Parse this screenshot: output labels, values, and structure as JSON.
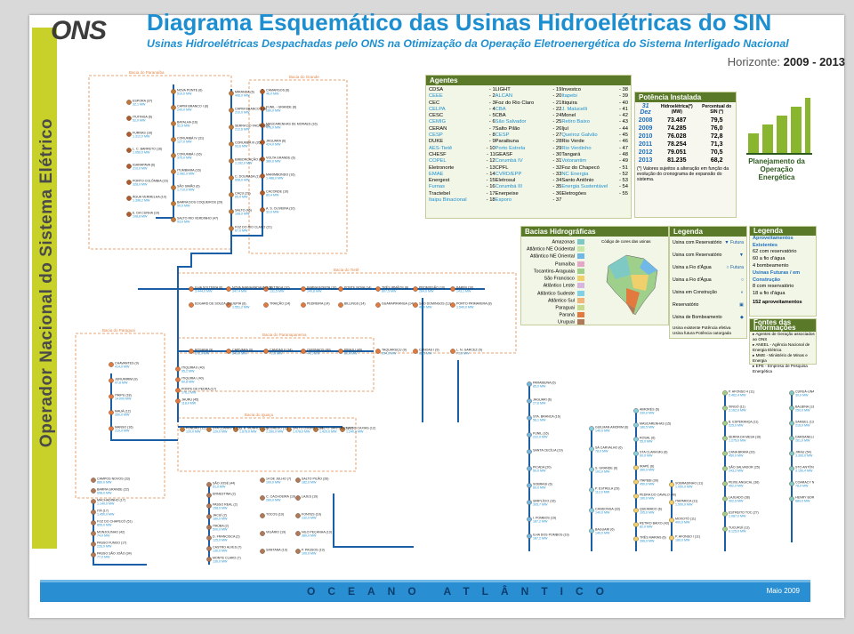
{
  "header": {
    "logo": "ONS",
    "title": "Diagrama Esquemático das Usinas Hidroelétricas do SIN",
    "subtitle": "Usinas Hidroelétricas Despachadas pelo ONS na Otimização da Operação Eletroenergética do Sistema Interligado Nacional",
    "horizonte_label": "Horizonte:",
    "horizonte_value": "2009 - 2013"
  },
  "sidebar": {
    "text": "Operador Nacional do Sistema Elétrico"
  },
  "ocean": {
    "label": "OCEANO ATLÂNTICO",
    "date": "Maio 2009"
  },
  "agentes": {
    "title": "Agentes",
    "cols": [
      [
        [
          "CDSA",
          "1"
        ],
        [
          "CEEE",
          "2"
        ],
        [
          "CEC",
          "3"
        ],
        [
          "CELPA",
          "4"
        ],
        [
          "CESC",
          "5"
        ],
        [
          "CEMIG",
          "6"
        ],
        [
          "CERAN",
          "7"
        ],
        [
          "CESP",
          "8"
        ],
        [
          "DUKE",
          "9"
        ],
        [
          "AES-Tietê",
          "10"
        ],
        [
          "CHESF",
          "11"
        ],
        [
          "COPEL",
          "12"
        ],
        [
          "Eletronorte",
          "13"
        ],
        [
          "EMAE",
          "14"
        ],
        [
          "Energest",
          "15"
        ],
        [
          "Furnas",
          "16"
        ],
        [
          "Tractebel",
          "17"
        ],
        [
          "Itaipu Binacional",
          "18"
        ]
      ],
      [
        [
          "LIGHT",
          "19"
        ],
        [
          "ALCAN",
          "20"
        ],
        [
          "Foz do Rio Claro",
          "21"
        ],
        [
          "CBA",
          "22"
        ],
        [
          "CBA",
          "24"
        ],
        [
          "São Salvador",
          "25"
        ],
        [
          "Salto Pilão",
          "26"
        ],
        [
          "CESP",
          "27"
        ],
        [
          "Paraibuna",
          "28"
        ],
        [
          "Porto Estrela",
          "29"
        ],
        [
          "GEASF",
          "30"
        ],
        [
          "Corumbá IV",
          "31"
        ],
        [
          "CPFL",
          "32"
        ],
        [
          "CVRD/EPP",
          "33"
        ],
        [
          "Eletrosul",
          "34"
        ],
        [
          "Corumbá III",
          "35"
        ],
        [
          "Enerpeixe",
          "36"
        ],
        [
          "Esporo",
          "37"
        ]
      ],
      [
        [
          "Investco",
          "38"
        ],
        [
          "Itapebi",
          "39"
        ],
        [
          "Itiquira",
          "40"
        ],
        [
          "J. Malucelli",
          "41"
        ],
        [
          "Monel",
          "42"
        ],
        [
          "Retiro Baixo",
          "43"
        ],
        [
          "Ijuí",
          "44"
        ],
        [
          "Queiroz Galvão",
          "45"
        ],
        [
          "Rio Verde",
          "46"
        ],
        [
          "Rio Verdinho",
          "47"
        ],
        [
          "Tangará",
          "48"
        ],
        [
          "Votorantim",
          "49"
        ],
        [
          "Foz do Chapecó",
          "51"
        ],
        [
          "NC Energia",
          "52"
        ],
        [
          "Santo Antônio",
          "53"
        ],
        [
          "Energia Sustentável",
          "54"
        ],
        [
          "Eletrogóes",
          "55"
        ]
      ]
    ]
  },
  "potencia": {
    "title": "Potência Instalada",
    "head_date": "31 Dez",
    "head_col1": "Hidroelétrica(*) (MW)",
    "head_col2": "Percentual do SIN (*)",
    "rows": [
      [
        "2008",
        "73.487",
        "79,5"
      ],
      [
        "2009",
        "74.285",
        "76,0"
      ],
      [
        "2010",
        "76.028",
        "72,8"
      ],
      [
        "2011",
        "78.254",
        "71,3"
      ],
      [
        "2012",
        "79.051",
        "70,5"
      ],
      [
        "2013",
        "81.235",
        "68,2"
      ]
    ],
    "note": "(*) Valores sujeitos a alteração em função da evolução do cronograma de expansão do sistema."
  },
  "pe_logo": {
    "line1": "Planejamento da",
    "line2": "Operação Energética"
  },
  "bacias": {
    "title": "Bacias Hidrográficas",
    "map_caption": "Código de cores das usinas",
    "items": [
      [
        "Amazonas",
        "#7fc9c4"
      ],
      [
        "Atlântico NE Ocidental",
        "#c8e6a8"
      ],
      [
        "Atlântico NE Oriental",
        "#6fb8e8"
      ],
      [
        "Parnaíba",
        "#e4a7c7"
      ],
      [
        "Tocantins-Araguaia",
        "#9fd08b"
      ],
      [
        "São Francisco",
        "#f0d06a"
      ],
      [
        "Atlântico Leste",
        "#d7b5e0"
      ],
      [
        "Atlântico Sudeste",
        "#80d0e6"
      ],
      [
        "Atlântico Sul",
        "#f2b479"
      ],
      [
        "Paraguai",
        "#c7db8f"
      ],
      [
        "Paraná",
        "#e27a3f"
      ],
      [
        "Uruguai",
        "#b07a5a"
      ]
    ]
  },
  "legenda1": {
    "title": "Legenda",
    "items": [
      [
        "Usina com Reservatório",
        "Futura"
      ],
      [
        "Usina com Reservatório",
        ""
      ],
      [
        "Usina a Fio d'Água",
        "Futura"
      ],
      [
        "Usina a Fio d'Água",
        ""
      ],
      [
        "Usina em Construção",
        ""
      ],
      [
        "Reservatório",
        ""
      ],
      [
        "Usina de Bombeamento",
        ""
      ]
    ],
    "foot1": "Usina existente   Potência efetiva",
    "foot2": "Usina futura   Potência outorgada"
  },
  "legenda2": {
    "title": "Legenda",
    "h1": "Aproveitamentos Existentes",
    "r1": "62  com reservatório",
    "r2": "60  a fio d'água",
    "r3": "4  bombeamento",
    "h2": "Usinas Futuras / em Construção",
    "r4": "8  com reservatório",
    "r5": "18  a fio d'água",
    "total": "152  aproveitamentos"
  },
  "fontes": {
    "title": "Fontes das Informações",
    "items": [
      "Agentes de Geração associados ao ONS",
      "ANEEL - Agência Nacional de Energia Elétrica",
      "MME - Ministério de Minas e Energia",
      "EPE - Empresa de Pesquisa Energética"
    ]
  },
  "map": {
    "basins": [
      "Bacia do Paranaíba",
      "Bacia do Grande",
      "Bacia do Tietê",
      "Bacia do Paraguai",
      "Bacia do Paranapanema",
      "Bacia do Iguaçu"
    ],
    "plants_upper": [
      [
        "NOVA PONTE (6)",
        "510,0 MW"
      ],
      [
        "MIRANDA (6)",
        "408,0 MW"
      ],
      [
        "CAPIM BRANCO I (6)",
        "240,0 MW"
      ],
      [
        "CAPIM BRANCO II (6)",
        "210,0 MW"
      ],
      [
        "BATALHA (16)",
        "52,5 MW"
      ],
      [
        "SERRA DO FACÃO (39)",
        "212,6 MW"
      ],
      [
        "CORUMBÁ IV (31)",
        "127,0 MW"
      ],
      [
        "CORUMBÁ III (35)",
        "93,6 MW"
      ],
      [
        "CORUMBÁ I (16)",
        "375,0 MW"
      ],
      [
        "EMBORCAÇÃO (6)",
        "1.192,0 MW"
      ],
      [
        "ITUMBIARA (16)",
        "2.082,0 MW"
      ],
      [
        "C. DOURADA (1)",
        "658,0 MW"
      ],
      [
        "SÃO SIMÃO (6)",
        "1.710,0 MW"
      ],
      [
        "CAÇU (29)",
        "65,0 MW"
      ],
      [
        "BARRA DOS COQUEIROS (29)",
        "90,0 MW"
      ],
      [
        "SALTO (46)",
        "108,0 MW"
      ],
      [
        "SALTO RIO VERDINHO (47)",
        "93,0 MW"
      ],
      [
        "FOZ DO RIO CLARO (21)",
        "67,0 MW"
      ],
      [
        "ESPORA (37)",
        "32,1 MW"
      ],
      [
        "CAMARGOS (6)",
        "46,0 MW"
      ],
      [
        "ITUTINGA (6)",
        "52,0 MW"
      ],
      [
        "FUNIL - GRANDE (6)",
        "180,0 MW"
      ],
      [
        "FURNAS (16)",
        "1.312,0 MW"
      ],
      [
        "MASCARENHAS DE MORAES (16)",
        "476,0 MW"
      ],
      [
        "L. C. BARRETO (16)",
        "1.050,0 MW"
      ],
      [
        "JAGUARA (6)",
        "424,0 MW"
      ],
      [
        "IGARAPAVA (6)",
        "210,0 MW"
      ],
      [
        "VOLTA GRANDE (6)",
        "380,0 MW"
      ],
      [
        "PORTO COLÔMBIA (16)",
        "328,0 MW"
      ],
      [
        "MARIMBONDO (16)",
        "1.488,0 MW"
      ],
      [
        "ÁGUA VERMELHA (10)",
        "1.396,2 MW"
      ],
      [
        "CACONDE (10)",
        "80,4 MW"
      ],
      [
        "E. DA CUNHA (10)",
        "108,8 MW"
      ],
      [
        "A. S. OLIVEIRA (10)",
        "32,0 MW"
      ]
    ],
    "plants_middle": [
      [
        "ILHA SOLTEIRA (8)",
        "3.444,0 MW"
      ],
      [
        "NOVA AVANHANDAVA (10)",
        "347,4 MW"
      ],
      [
        "IBITINGA (10)",
        "131,5 MW"
      ],
      [
        "BARRA BONITA (10)",
        "140,8 MW"
      ],
      [
        "PONTE NOVA (14)",
        ""
      ],
      [
        "TRÊS IRMÃOS (8)",
        "807,5 MW"
      ],
      [
        "PROMISSÃO (10)",
        "264,0 MW"
      ],
      [
        "BARIRI (10)",
        "143,1 MW"
      ],
      [
        "EDGARD DE SOUZA (14)",
        ""
      ],
      [
        "JUPIÁ (8)",
        "1.551,2 MW"
      ],
      [
        "TRAIÇÃO (14)",
        ""
      ],
      [
        "PEDREIRA (14)",
        ""
      ],
      [
        "BILLINGS (14)",
        ""
      ],
      [
        "GUARAPIRANGA (14)",
        ""
      ],
      [
        "SÃO DOMINGOS (13)",
        "48,0 MW"
      ],
      [
        "PORTO PRIMAVERA (8)",
        "1.540,0 MW"
      ],
      [
        "ROSANA (9)",
        "372,0 MW"
      ],
      [
        "CAPIVARA (9)",
        "640,0 MW"
      ],
      [
        "CANOAS II (34)",
        "72,0 MW"
      ],
      [
        "OURINHOS (49)",
        "44,1 MW"
      ],
      [
        "PIRAJU (49)",
        "80,0 MW"
      ],
      [
        "TAQUARUÇU (9)",
        "554,0 MW"
      ],
      [
        "CANOAS I (9)",
        "82,5 MW"
      ],
      [
        "L. N. GARCEZ (9)",
        "70,0 MW"
      ],
      [
        "CHAVANTES (9)",
        "414,0 MW"
      ],
      [
        "JURUMIRIM (9)",
        "97,8 MW"
      ],
      [
        "ITAIPU (18)",
        "14.000 MW"
      ],
      [
        "MAUÁ (12)",
        "350,0 MW"
      ],
      [
        "MANSO (16)",
        "210,0 MW"
      ],
      [
        "ITIQUIRA II (40)",
        "95,2 MW"
      ],
      [
        "ITIQUIRA I (40)",
        "60,8 MW"
      ],
      [
        "PONTE DE PEDRA (17)",
        "176,1 MW"
      ],
      [
        "JAURU (45)",
        "118,0 MW"
      ]
    ],
    "plants_lower": [
      [
        "FUNDÃO (12)",
        "120,0 MW"
      ],
      [
        "STA CLARA PR (12)",
        "120,0 MW"
      ],
      [
        "G. B. MUNHOZ (12)",
        "1.676,0 MW"
      ],
      [
        "SEGREDO (12)",
        "1.260,0 MW"
      ],
      [
        "SALTO OSÓRIO (17)",
        "1.078,0 MW"
      ],
      [
        "SALTO SANTIAGO (17)",
        "1.420,0 MW"
      ],
      [
        "SALTO CAXIAS (12)",
        "1.240,0 MW"
      ],
      [
        "CAMPOS NOVOS (33)",
        "880,0 MW"
      ],
      [
        "BARRA GRANDE (22)",
        "698,0 MW"
      ],
      [
        "MACHADINHO (17)",
        "1.140,0 MW"
      ],
      [
        "ITÁ (17)",
        "1.450,0 MW"
      ],
      [
        "FOZ DO CHAPECÓ (51)",
        "855,0 MW"
      ],
      [
        "MONJOLINHO (42)",
        "74,0 MW"
      ],
      [
        "PASSO FUNDO (17)",
        "226,0 MW"
      ],
      [
        "PASSO SÃO JOÃO (34)",
        "77,0 MW"
      ],
      [
        "SÃO JOSÉ (44)",
        "51,0 MW"
      ],
      [
        "ERNESTINA (2)",
        ""
      ],
      [
        "PASSO REAL (2)",
        "158,0 MW"
      ],
      [
        "JACUÍ (2)",
        "180,0 MW"
      ],
      [
        "ITAÚBA (2)",
        "500,0 MW"
      ],
      [
        "D. FRANCISCA (2)",
        "125,0 MW"
      ],
      [
        "CASTRO ALVES (7)",
        "130,0 MW"
      ],
      [
        "MONTE CLARO (7)",
        "130,0 MW"
      ],
      [
        "14 DE JULHO (7)",
        "100,0 MW"
      ],
      [
        "SALTO PILÃO (26)",
        "182,0 MW"
      ],
      [
        "C. CACHOEIRA (19)",
        "260,0 MW"
      ],
      [
        "LAJES (19)",
        ""
      ],
      [
        "TOCOS (19)",
        ""
      ],
      [
        "FONTES (19)",
        "132,0 MW"
      ],
      [
        "VIGÁRIO (19)",
        ""
      ],
      [
        "NILO PEÇANHA (19)",
        "380,0 MW"
      ],
      [
        "SANTANA (19)",
        ""
      ],
      [
        "P. PASSOS (19)",
        "100,0 MW"
      ]
    ],
    "plants_east": [
      [
        "PARAIBUNA (6)",
        "85,0 MW"
      ],
      [
        "JAGUARI (6)",
        "27,6 MW"
      ],
      [
        "STA. BRANCA (16)",
        "56,1 MW"
      ],
      [
        "FUNIL (16)",
        "222,0 MW"
      ],
      [
        "SANTA CECÍLIA (19)",
        ""
      ],
      [
        "PICADA (20)",
        "50,0 MW"
      ],
      [
        "SOBRAGI (6)",
        "60,0 MW"
      ],
      [
        "SIMPLÍCIO (16)",
        "305,7 MW"
      ],
      [
        "I. POMBOS (19)",
        "187,2 MW"
      ],
      [
        "ILHA DOS POMBOS (19)",
        "187,2 MW"
      ],
      [
        "GUILMAN AMORIM (6)",
        "140,0 MW"
      ],
      [
        "SÁ CARVALHO (6)",
        "78,0 MW"
      ],
      [
        "S. GRANDE (6)",
        "102,0 MW"
      ],
      [
        "P. ESTRELA (29)",
        "112,0 MW"
      ],
      [
        "CANDONGA (33)",
        "140,0 MW"
      ],
      [
        "BAGUARI (6)",
        "140,0 MW"
      ],
      [
        "AIMORÉS (6)",
        "330,0 MW"
      ],
      [
        "MASCARENHAS (15)",
        "180,5 MW"
      ],
      [
        "ROSAL (6)",
        "55,0 MW"
      ],
      [
        "STA CLARA MG (6)",
        "60,0 MW"
      ],
      [
        "IRAPÉ (6)",
        "360,0 MW"
      ],
      [
        "ITAPEBI (39)",
        "450,0 MW"
      ],
      [
        "PEDRA DO CAVALO (49)",
        "160,0 MW"
      ],
      [
        "QUEIMADO (6)",
        "105,0 MW"
      ],
      [
        "RETIRO BAIXO (43)",
        "82,0 MW"
      ],
      [
        "TRÊS MARIAS (6)",
        "396,0 MW"
      ],
      [
        "SOBRADINHO (11)",
        "1.050,0 MW"
      ],
      [
        "ITAPARICA (11)",
        "1.500,0 MW"
      ],
      [
        "MOXOTÓ (11)",
        "400,0 MW"
      ],
      [
        "P. AFONSO I (11)",
        "180,0 MW"
      ],
      [
        "P. AFONSO 4 (11)",
        "2.462,4 MW"
      ],
      [
        "XINGÓ (11)",
        "3.162,0 MW"
      ],
      [
        "B. ESPERANÇA (11)",
        "225,0 MW"
      ],
      [
        "SERRA DA MESA (16)",
        "1.275,0 MW"
      ],
      [
        "CANA BRAVA (33)",
        "450,0 MW"
      ],
      [
        "SÃO SALVADOR (25)",
        "243,2 MW"
      ],
      [
        "PEIXE ANGICAL (36)",
        "452,0 MW"
      ],
      [
        "LAJEADO (38)",
        "902,5 MW"
      ],
      [
        "ESTREITO TOC (27)",
        "1.087,0 MW"
      ],
      [
        "TUCURUÍ (13)",
        "8.125,0 MW"
      ],
      [
        "CURUÁ-UNA (4)",
        "30,0 MW"
      ],
      [
        "BALBINA (13)",
        "250,0 MW"
      ],
      [
        "SAMUEL (13)",
        "216,0 MW"
      ],
      [
        "DARDANELOS (48)",
        "261,0 MW"
      ],
      [
        "JIRAU (54)",
        "3.300,0 MW"
      ],
      [
        "STO ANTÔNIO (53)",
        "3.150,4 MW"
      ],
      [
        "COARACY NUNES (13)",
        "78,0 MW"
      ],
      [
        "HENRY BORDEN (14)",
        "889,0 MW"
      ]
    ]
  }
}
